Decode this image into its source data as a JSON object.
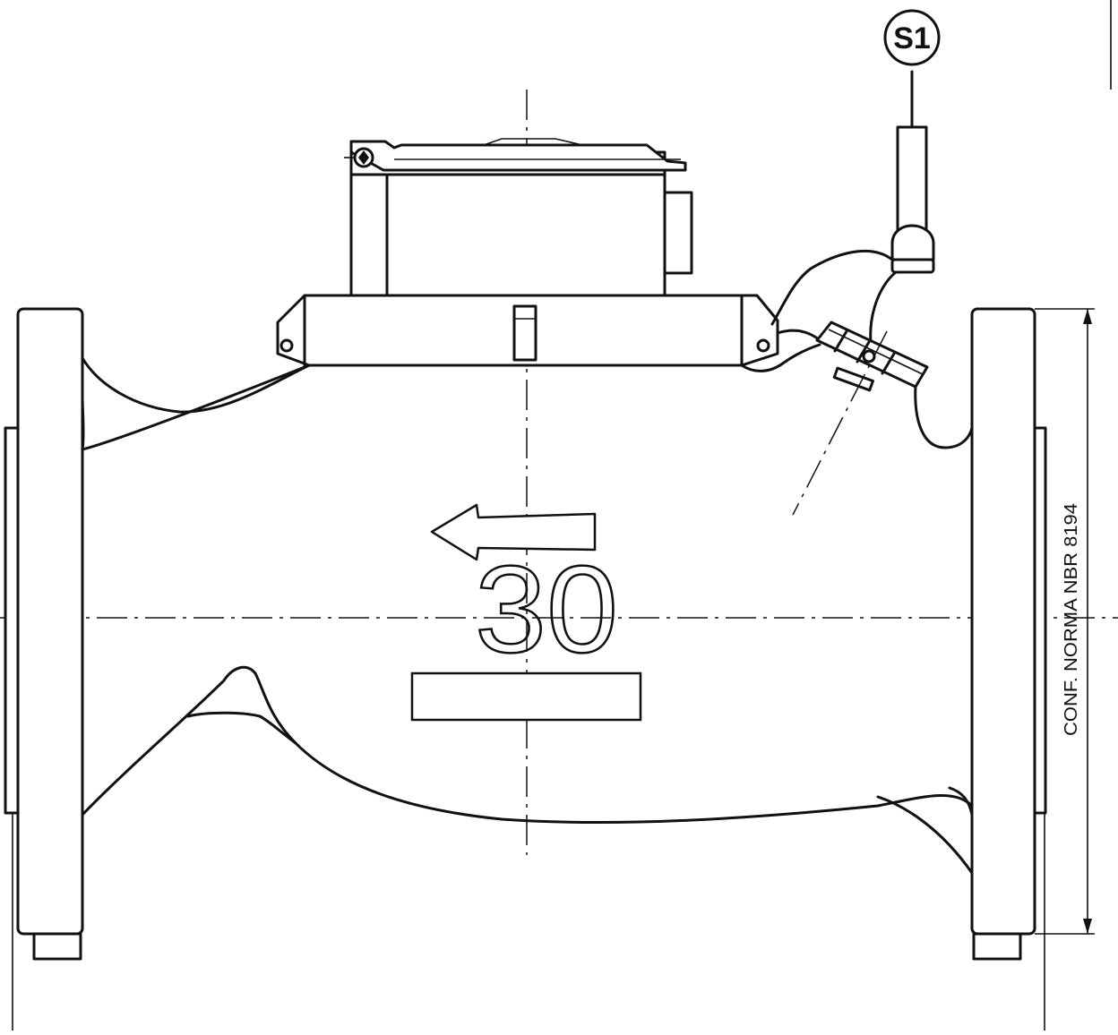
{
  "callout": {
    "label": "S1"
  },
  "body_marking": {
    "size": "30"
  },
  "dimension_note": {
    "text": "CONF. NORMA NBR  8194"
  },
  "icons": {
    "flow_direction": "arrow-left-icon"
  }
}
